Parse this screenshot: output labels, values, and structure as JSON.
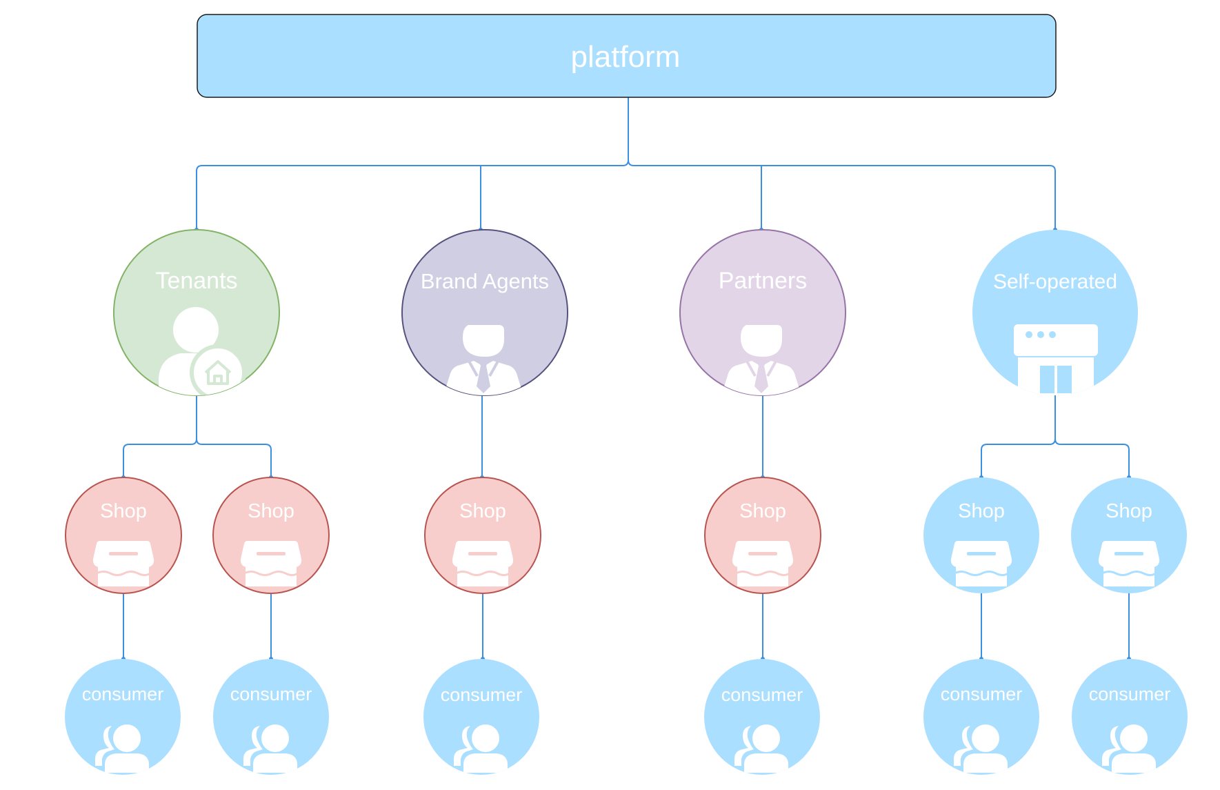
{
  "root": {
    "label": "platform"
  },
  "groups": [
    {
      "label": "Tenants",
      "icon": "tenant-person-house-icon",
      "shops": 2
    },
    {
      "label": "Brand Agents",
      "icon": "agent-person-suit-icon",
      "shops": 1
    },
    {
      "label": "Partners",
      "icon": "partner-person-suit-icon",
      "shops": 1
    },
    {
      "label": "Self-operated",
      "icon": "storefront-building-icon",
      "shops": 2
    }
  ],
  "shop": {
    "label": "Shop",
    "icon": "shop-awning-icon"
  },
  "consumer": {
    "label": "consumer",
    "icon": "consumer-group-icon"
  },
  "colors": {
    "root_fill": "#abdfff",
    "root_stroke": "#1a1a1a",
    "connector": "#3c8fe0",
    "tenants_fill": "#d5e8d4",
    "tenants_stroke": "#82b366",
    "agents_fill": "#d0cee2",
    "agents_stroke": "#56517e",
    "partners_fill": "#e1d5e7",
    "partners_stroke": "#9673a6",
    "self_fill": "#abdfff",
    "shop_red_fill": "#f8cecc",
    "shop_red_stroke": "#b85450",
    "shop_blue_fill": "#abdfff",
    "consumer_fill": "#abdfff"
  }
}
